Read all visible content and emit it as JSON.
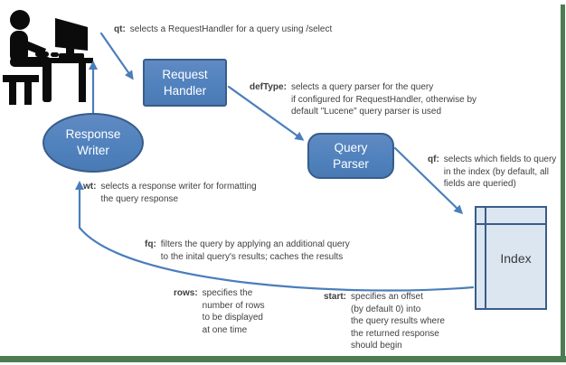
{
  "colors": {
    "node_fill": "#4f81bd",
    "node_border": "#385d8a",
    "index_fill": "#dce6f1",
    "arrow_blue": "#4a7ebb",
    "text_gray": "#3f3f3f",
    "frame_green": "#4d7c52"
  },
  "nodes": {
    "request_handler": {
      "line1": "Request",
      "line2": "Handler"
    },
    "query_parser": {
      "line1": "Query",
      "line2": "Parser"
    },
    "response_writer": {
      "line1": "Response",
      "line2": "Writer"
    },
    "index": {
      "label": "Index"
    }
  },
  "annotations": {
    "qt": {
      "param": "qt:",
      "lines": [
        "selects a RequestHandler for a query using /select"
      ]
    },
    "deftype": {
      "param": "defType:",
      "lines": [
        "selects a query parser for the query",
        "if configured for RequestHandler, otherwise by",
        "default \"Lucene\" query parser is used"
      ]
    },
    "qf": {
      "param": "qf:",
      "lines": [
        "selects which fields to query",
        "in the index (by default, all",
        "fields are queried)"
      ]
    },
    "wt": {
      "param": "wt:",
      "lines": [
        "selects a response writer for formatting",
        "the query response"
      ]
    },
    "fq": {
      "param": "fq:",
      "lines": [
        "filters the query by applying an additional query",
        "to the inital query's results; caches the results"
      ]
    },
    "rows": {
      "param": "rows:",
      "lines": [
        "specifies the",
        "number of rows",
        "to be displayed",
        "at one time"
      ]
    },
    "start": {
      "param": "start:",
      "lines": [
        "specifies an offset",
        "(by default 0) into",
        "the query results where",
        "the returned response",
        "should begin"
      ]
    }
  },
  "icons": {
    "person": "person-at-computer-icon"
  }
}
